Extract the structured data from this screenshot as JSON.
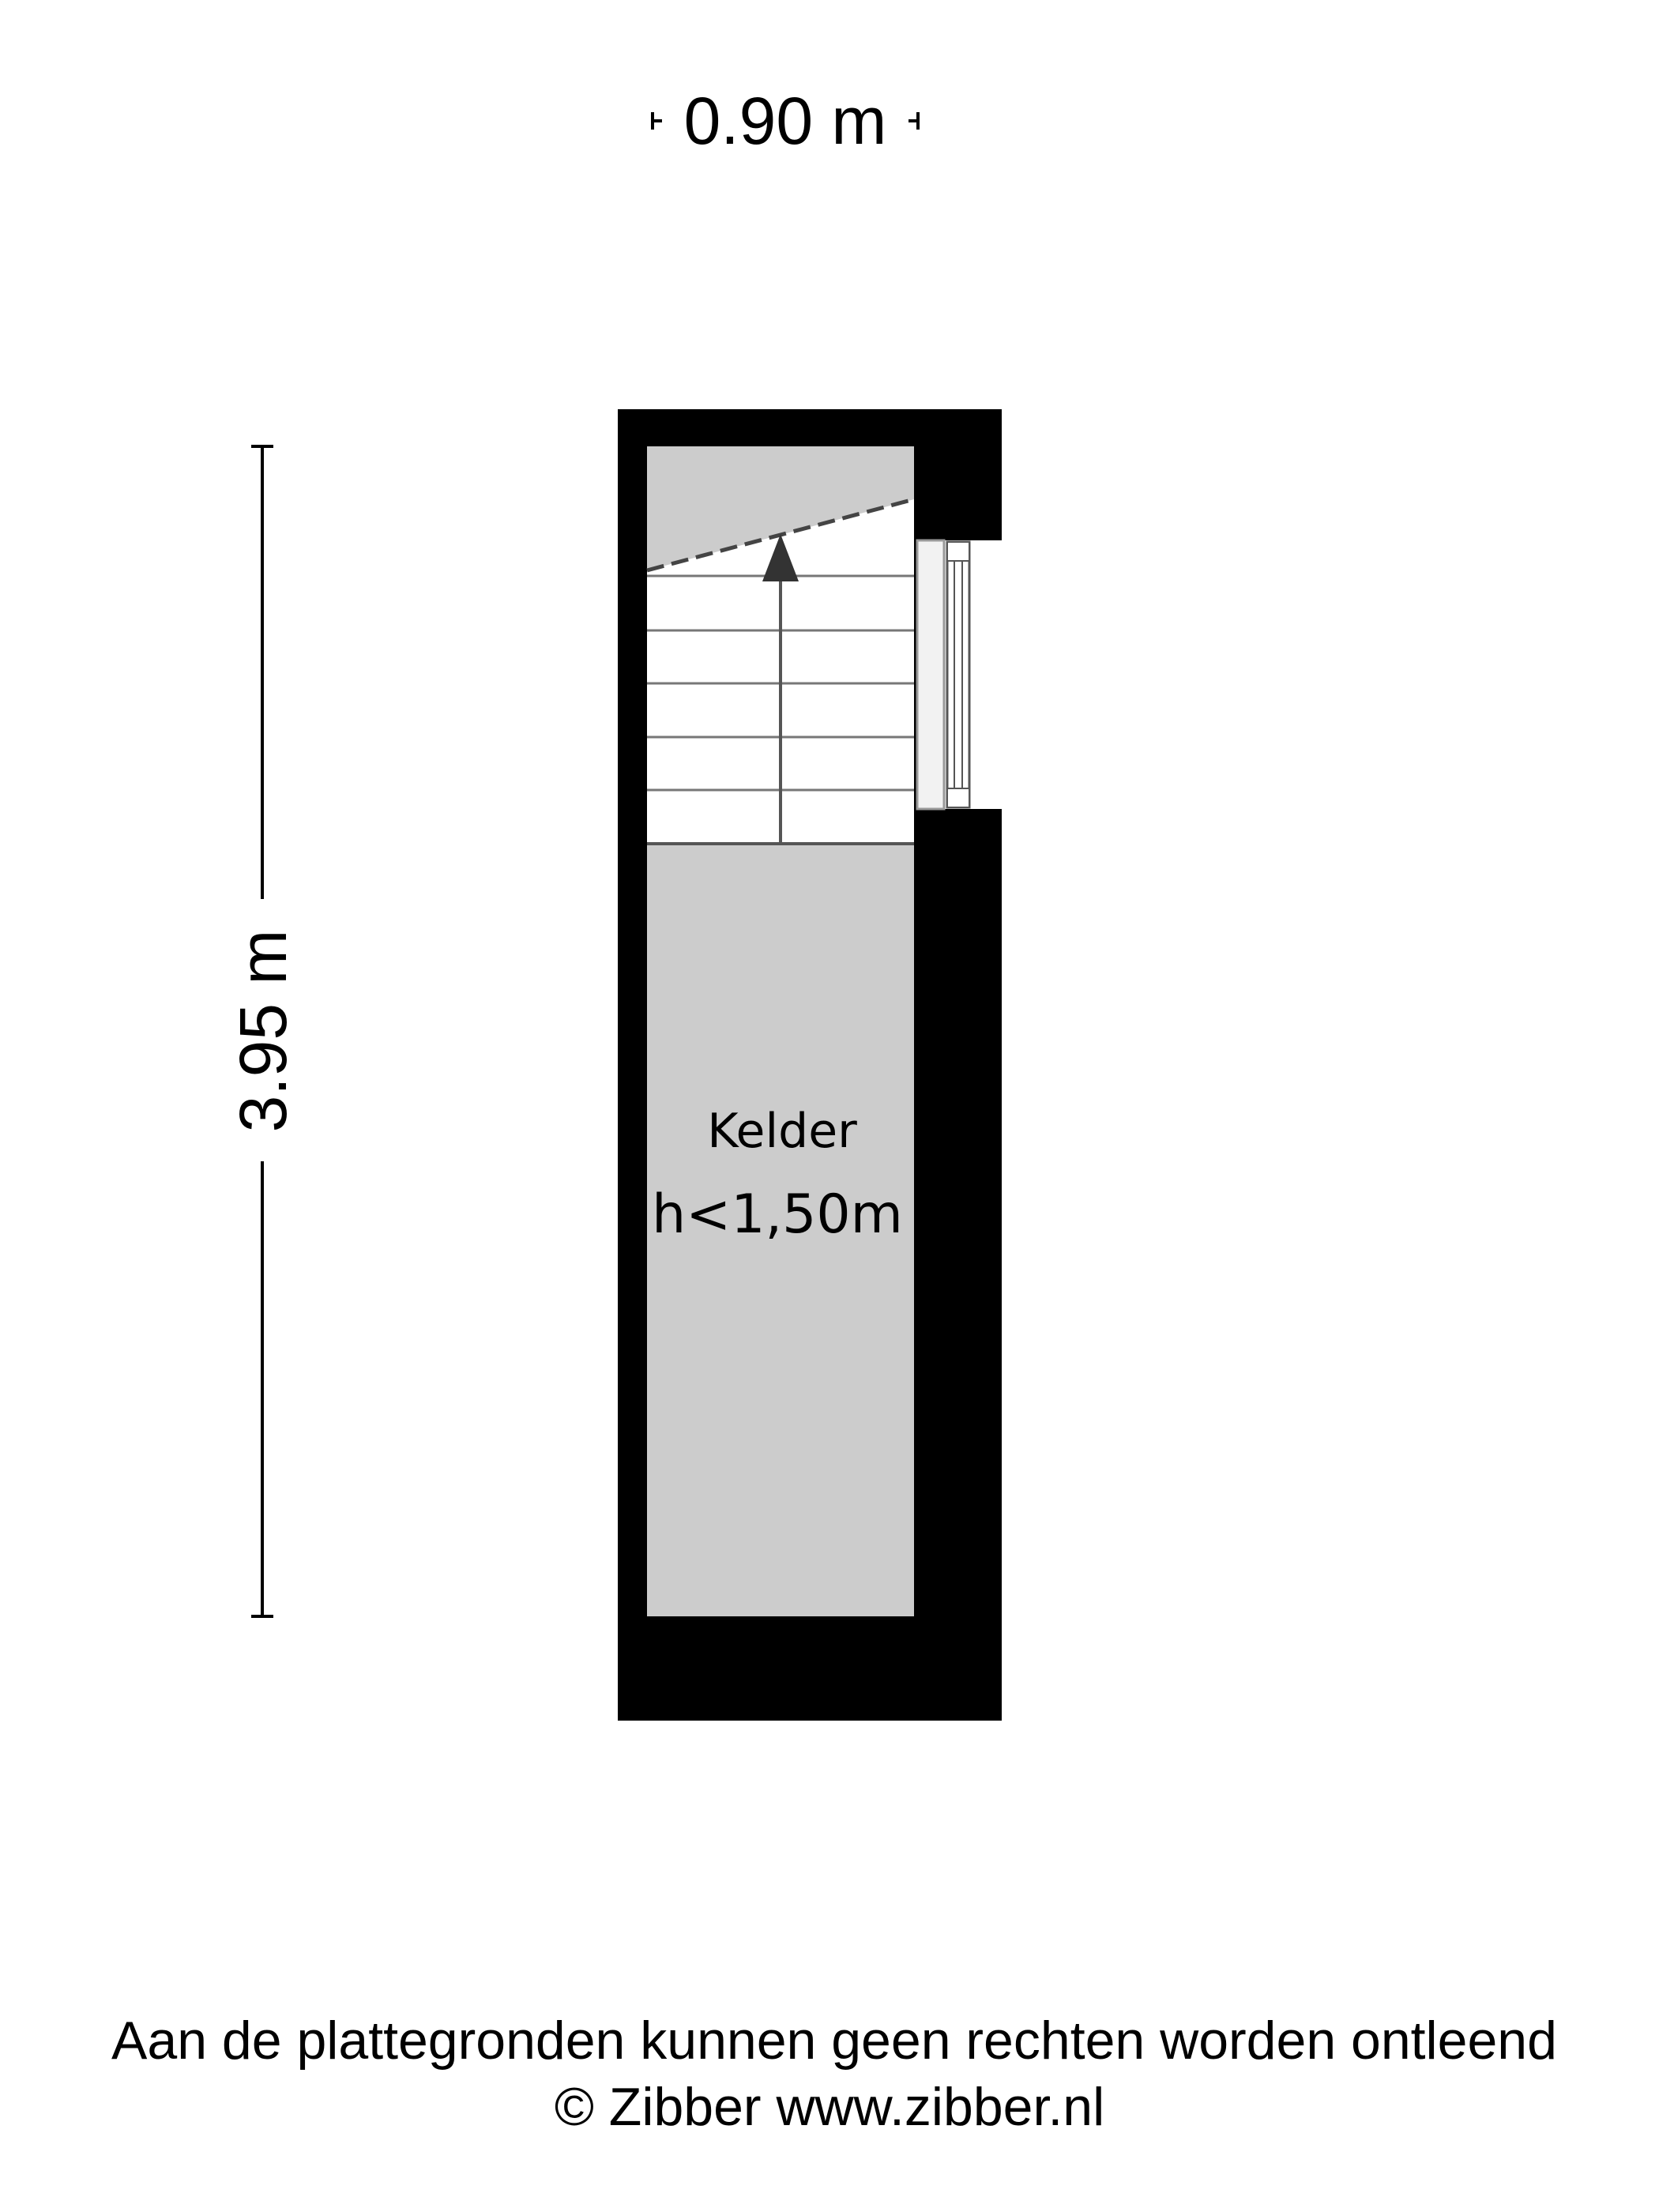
{
  "dimensions": {
    "width_label": "0.90 m",
    "height_label": "3.95 m"
  },
  "room": {
    "name": "Kelder",
    "height_note": "h<1,50m"
  },
  "footer": {
    "disclaimer": "Aan de plattegronden kunnen geen rechten worden ontleend",
    "copyright": "© Zibber www.zibber.nl"
  },
  "colors": {
    "wall": "#000000",
    "floor": "#cccccc",
    "stairs": "#ffffff",
    "background": "#ffffff"
  },
  "icons": {
    "stairs": "stairs-up-arrow-icon",
    "window": "window-icon"
  }
}
